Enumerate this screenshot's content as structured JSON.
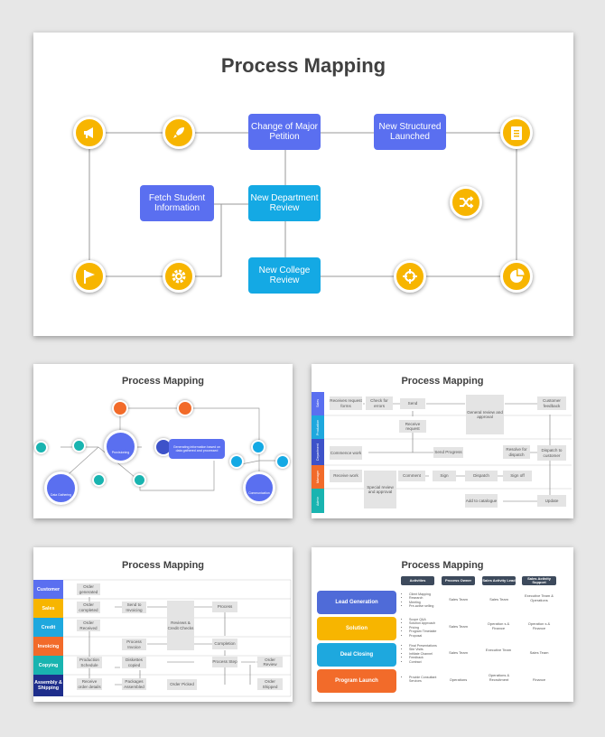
{
  "slide1": {
    "title": "Process Mapping",
    "boxes": {
      "change": "Change of Major Petition",
      "structured": "New Structured Launched",
      "fetch": "Fetch Student Information",
      "department": "New Department Review",
      "college": "New College Review"
    },
    "icons": [
      "megaphone-icon",
      "rocket-icon",
      "clipboard-icon",
      "shuffle-icon",
      "flag-icon",
      "gear-icon",
      "target-icon",
      "pie-chart-icon"
    ]
  },
  "slide2": {
    "title": "Process Mapping",
    "provisioning": "Provisioning",
    "data_gathering": "Data Gathering",
    "communication": "Communication",
    "generating": "Generating information based on data gathered and processed"
  },
  "slide3": {
    "title": "Process Mapping",
    "lanes": [
      "Sales",
      "Production",
      "Department",
      "Manager",
      "Admin"
    ],
    "steps": {
      "receives": "Receives request forms",
      "check": "Check for errors",
      "send": "Send",
      "general": "General review and approval",
      "customer_feedback": "Customer feedback",
      "receive_request": "Receive request",
      "commence": "Commence work",
      "send_progress": "Send Progress",
      "resolve": "Resolve for dispatch",
      "dispatch_customer": "Dispatch to customer",
      "receive_work": "Receive work",
      "comment": "Comment",
      "sign": "Sign",
      "dispatch": "Dispatch",
      "signoff": "Sign off",
      "special": "Special review and approval",
      "add_catalogue": "Add to catalogue",
      "update": "Update"
    }
  },
  "slide4": {
    "title": "Process Mapping",
    "lanes": [
      "Customer",
      "Sales",
      "Credit",
      "Invoicing",
      "Copying",
      "Assembly & Shipping"
    ],
    "steps": {
      "order_generated": "Order generated",
      "order_completed": "Order completed",
      "send_invoicing": "Send to Invoicing",
      "order_received": "Order Received",
      "reviews": "Reviews & Credit Checks",
      "process1": "Process",
      "process_invoice": "Process Invoice",
      "completion": "Completion",
      "production": "Production Schedule",
      "diskettes": "Diskettes copied",
      "process_step": "Process Step",
      "order_review": "Order Review",
      "receive_order": "Receive order details",
      "packages": "Packages Assembled",
      "order_picked": "Order Picked",
      "order_shipped": "Order Shipped"
    }
  },
  "slide5": {
    "title": "Process Mapping",
    "headers": [
      "Activities",
      "Process Owner",
      "Sales Activity Lead",
      "Sales Activity Support"
    ],
    "rows": [
      {
        "name": "Lead Generation",
        "color": "#4f6bd8",
        "bullets": [
          "Client Mapping",
          "Research",
          "Meeting",
          "Pre-active selling"
        ],
        "owner": "Sales Team",
        "lead": "Sales Team",
        "support": "Executive Team & Operations"
      },
      {
        "name": "Solution",
        "color": "#f7b500",
        "bullets": [
          "Scope Q&A",
          "Solution Approach",
          "Pricing",
          "Program Timetable",
          "Proposal"
        ],
        "owner": "Sales Team",
        "lead": "Operation s & Finance",
        "support": "Operation s & Finance"
      },
      {
        "name": "Deal Closing",
        "color": "#1ea8de",
        "bullets": [
          "Final Presentations",
          "Site Visits",
          "Intitiate Channel",
          "Feedback",
          "Contract"
        ],
        "owner": "Sales Team",
        "lead": "Executive Team",
        "support": "Sales Team"
      },
      {
        "name": "Program Launch",
        "color": "#f26b2a",
        "bullets": [
          "Provide Consultant Services"
        ],
        "owner": "Operations",
        "lead": "Operations & Recruitment",
        "support": "Finance"
      }
    ]
  }
}
